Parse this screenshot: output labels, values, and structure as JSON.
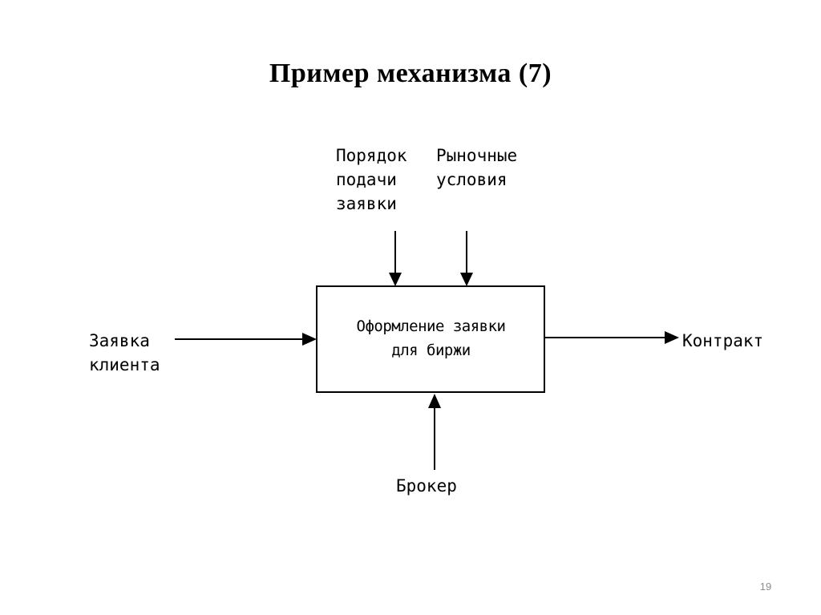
{
  "slide": {
    "title": "Пример механизма (7)",
    "page_number": "19"
  },
  "diagram": {
    "function_box": "Оформление заявки\nдля биржи",
    "controls": [
      "Порядок\nподачи\nзаявки",
      "Рыночные\nусловия"
    ],
    "input": "Заявка\nклиента",
    "output": "Контракт",
    "mechanism": "Брокер"
  }
}
